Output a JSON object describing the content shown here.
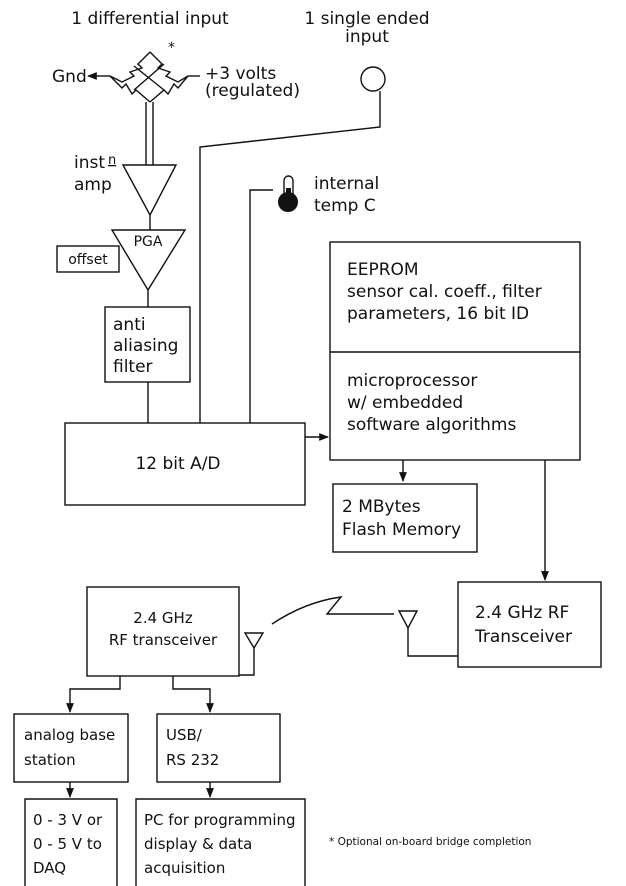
{
  "inputs": {
    "differential_label": "1 differential input",
    "single_ended_label_line1": "1 single ended",
    "single_ended_label_line2": "input",
    "gnd_label": "Gnd",
    "supply_line1": "+3 volts",
    "supply_line2": "(regulated)",
    "asterisk": "*",
    "internal_temp_line1": "internal",
    "internal_temp_line2": "temp  C"
  },
  "signal_chain": {
    "inst_amp_line1": "inst",
    "inst_amp_superscript": "n",
    "inst_amp_line2": "amp",
    "pga_label": "PGA",
    "offset_label": "offset",
    "filter_lines": [
      "anti",
      "aliasing",
      "filter"
    ],
    "adc_label": "12 bit A/D"
  },
  "processor": {
    "eeprom_lines": [
      "EEPROM",
      "sensor cal. coeff., filter",
      "parameters, 16 bit ID"
    ],
    "micro_lines": [
      "microprocessor",
      "w/  embedded",
      "software algorithms"
    ],
    "flash_lines": [
      "2 MBytes",
      "Flash Memory"
    ],
    "node_rf_lines": [
      "2.4 GHz RF",
      "Transceiver"
    ]
  },
  "base_station": {
    "base_rf_lines": [
      "2.4 GHz",
      "RF transceiver"
    ],
    "analog_lines": [
      "analog base",
      "station"
    ],
    "usb_lines": [
      "USB/",
      "RS 232"
    ],
    "daq_lines": [
      "0 - 3 V or",
      "0 - 5 V to",
      "DAQ"
    ],
    "pc_lines": [
      "PC for programming",
      "display & data",
      "acquisition"
    ]
  },
  "footnote": "* Optional on-board bridge completion"
}
